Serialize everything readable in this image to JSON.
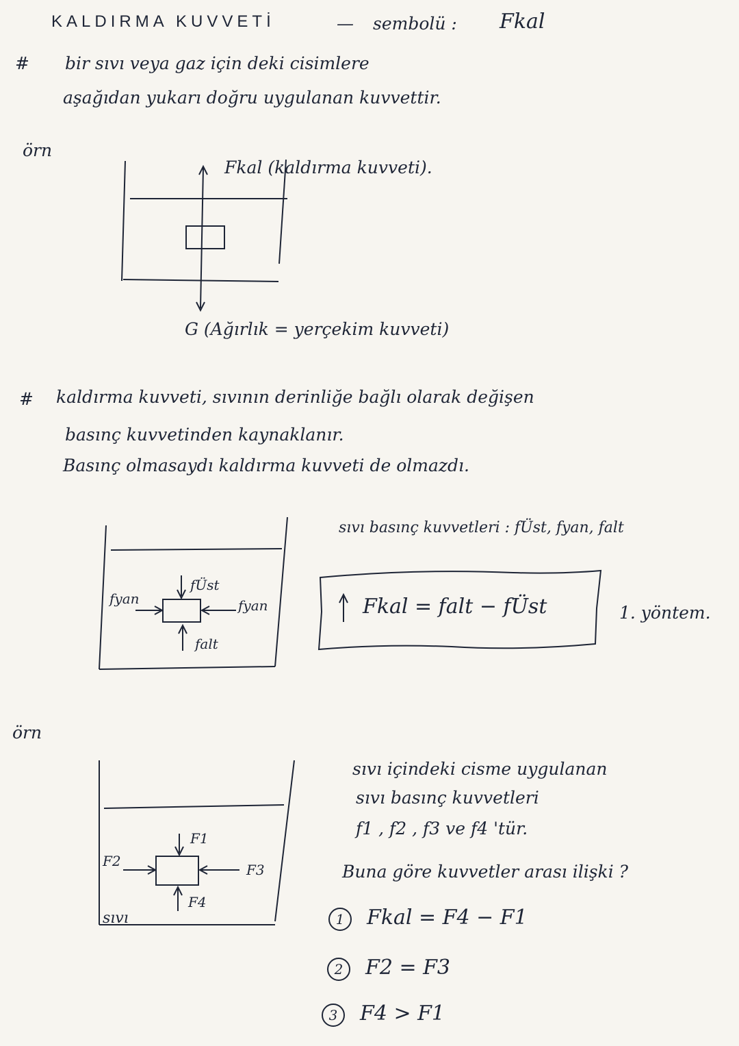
{
  "header": {
    "title": "KALDIRMA KUVVETİ",
    "dash": "—",
    "symbol_label": "sembolü :",
    "symbol": "Fkal"
  },
  "definition": {
    "bullet": "#",
    "line1": "bir sıvı veya gaz için deki cisimlere",
    "line2": "aşağıdan yukarı doğru uygulanan kuvvettir."
  },
  "example1": {
    "label": "örn",
    "fkal_label": "Fkal (kaldırma kuvveti).",
    "weight_label": "G (Ağırlık = yerçekim kuvveti)"
  },
  "section2": {
    "bullet": "#",
    "line1": "kaldırma kuvveti, sıvının derinliğe bağlı olarak değişen",
    "line2": "basınç kuvvetinden kaynaklanır.",
    "line3": "Basınç olmasaydı kaldırma kuvveti de olmazdı."
  },
  "diagram2": {
    "f_ust": "fÜst",
    "f_yan_left": "fyan",
    "f_yan_right": "fyan",
    "f_alt": "falt",
    "pressure_forces_label": "sıvı basınç kuvvetleri : fÜst, fyan, falt",
    "formula": "Fkal = falt − fÜst",
    "method": "1. yöntem."
  },
  "example2": {
    "label": "örn",
    "f1": "F1",
    "f2": "F2",
    "f3": "F3",
    "f4": "F4",
    "liquid": "sıvı",
    "text_line1": "sıvı içindeki cisme uygulanan",
    "text_line2": "sıvı basınç kuvvetleri",
    "text_line3": "f1 , f2 , f3 ve f4 'tür.",
    "question": "Buna göre kuvvetler arası ilişki ?",
    "options": [
      {
        "num": "1",
        "text": "Fkal = F4 − F1"
      },
      {
        "num": "2",
        "text": "F2 = F3"
      },
      {
        "num": "3",
        "text": "F4 > F1"
      }
    ]
  }
}
